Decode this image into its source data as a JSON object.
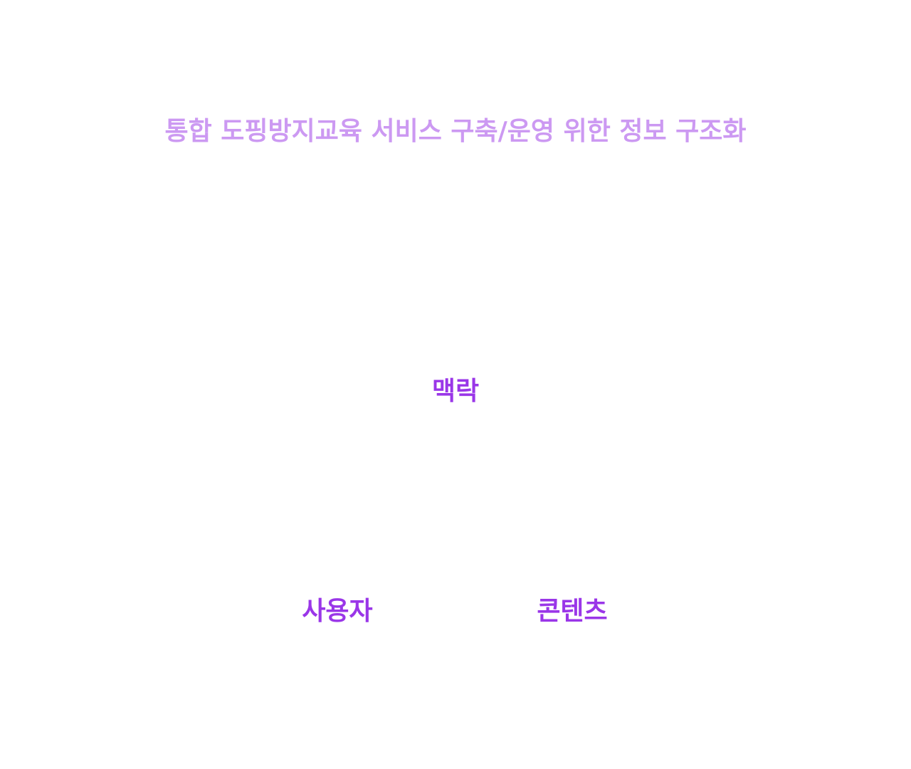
{
  "title": "통합 도핑방지교육 서비스 구축/운영 위한 정보 구조화",
  "nodes": {
    "context": "맥락",
    "user": "사용자",
    "content": "콘텐츠"
  },
  "colors": {
    "title": "#cc99f2",
    "node": "#9a36e8",
    "background": "#ffffff"
  }
}
